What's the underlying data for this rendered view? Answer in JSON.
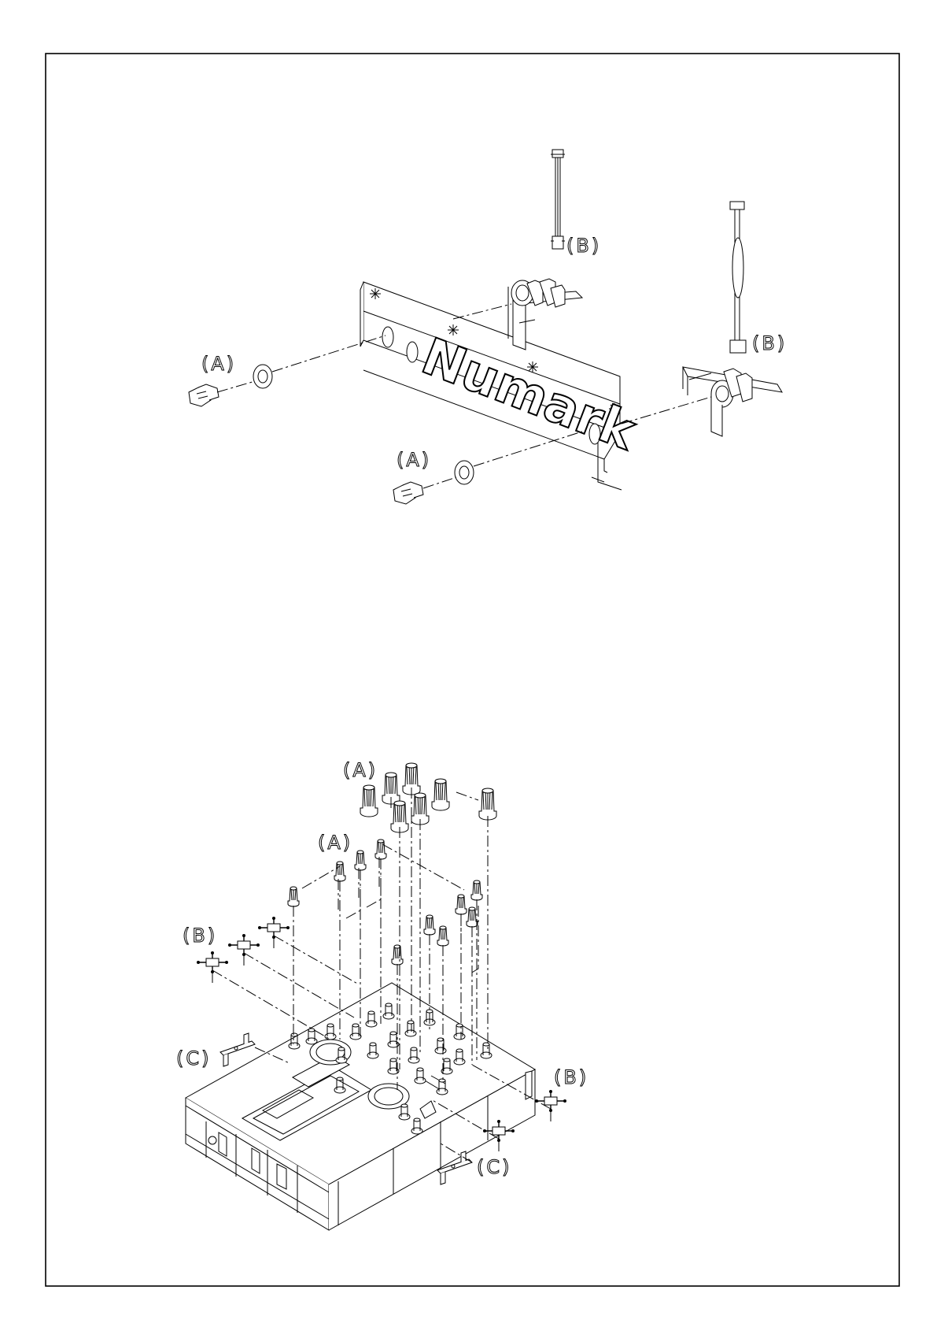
{
  "brand": {
    "logo_text": "Numark"
  },
  "labels": {
    "top": {
      "a_left": "(A)",
      "a_bottom": "(A)",
      "b_top": "(B)",
      "b_right": "(B)"
    },
    "bottom": {
      "a_upper": "(A)",
      "a_lower": "(A)",
      "b_left": "(B)",
      "b_right": "(B)",
      "c_left": "(C)",
      "c_right": "(C)"
    }
  }
}
